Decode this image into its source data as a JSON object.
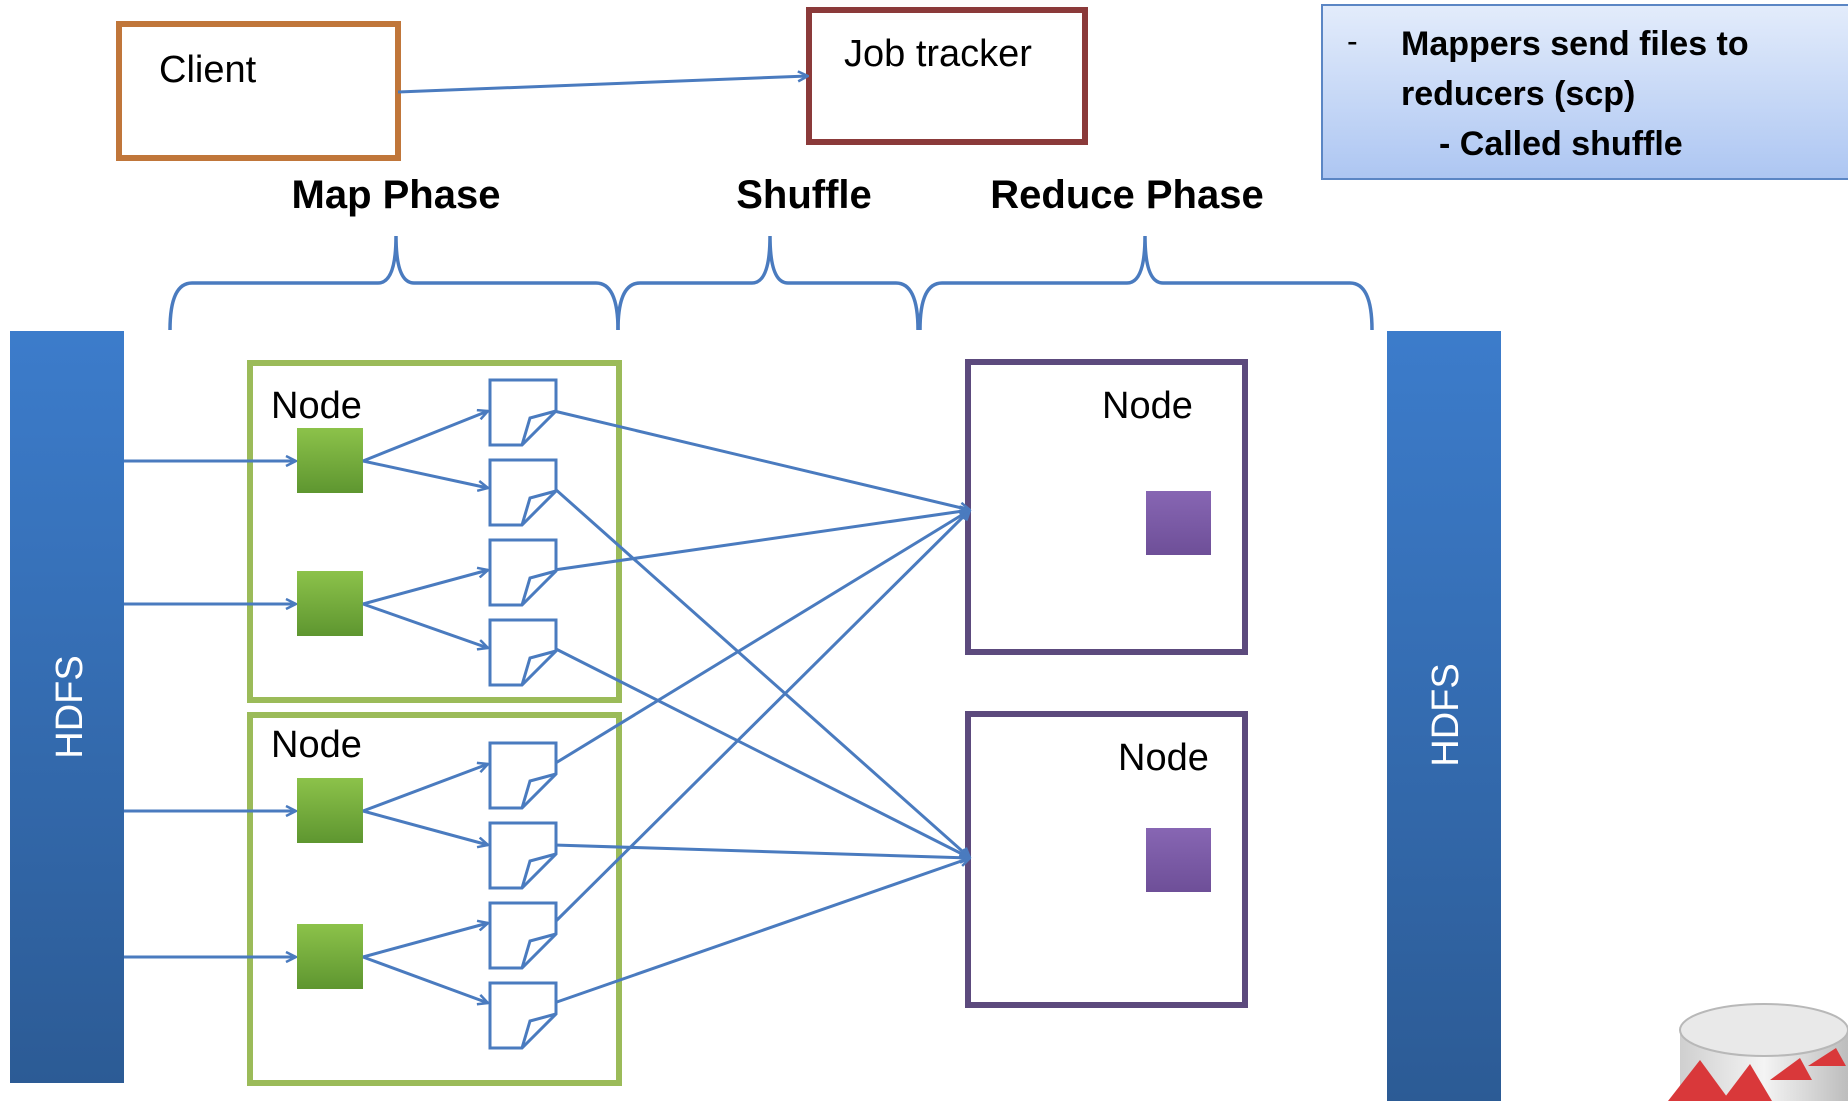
{
  "client": {
    "label": "Client"
  },
  "job_tracker": {
    "label": "Job tracker"
  },
  "callout": {
    "bullet": "-",
    "line1": "Mappers send files to",
    "line2": "reducers (scp)",
    "line3": "- Called shuffle"
  },
  "phases": {
    "map": "Map Phase",
    "shuffle": "Shuffle",
    "reduce": "Reduce Phase"
  },
  "hdfs_left": {
    "label": "HDFS"
  },
  "hdfs_right": {
    "label": "HDFS"
  },
  "map_nodes": [
    {
      "label": "Node"
    },
    {
      "label": "Node"
    }
  ],
  "reduce_nodes": [
    {
      "label": "Node"
    },
    {
      "label": "Node"
    }
  ],
  "colors": {
    "arrow": "#4a7bbf",
    "hdfs_top": "#3c7ccb",
    "hdfs_bottom": "#2c5b95",
    "map_border": "#9bbb59",
    "mapper_top": "#8cc24a",
    "mapper_bottom": "#5e9630",
    "reduce_border": "#5c4a7d",
    "reducer": "#7e5ca8",
    "client_border": "#c0763a",
    "job_border": "#8b3a3a",
    "callout_top": "#e3ecfb",
    "callout_bottom": "#adc6f2",
    "callout_border": "#5b86c4"
  }
}
